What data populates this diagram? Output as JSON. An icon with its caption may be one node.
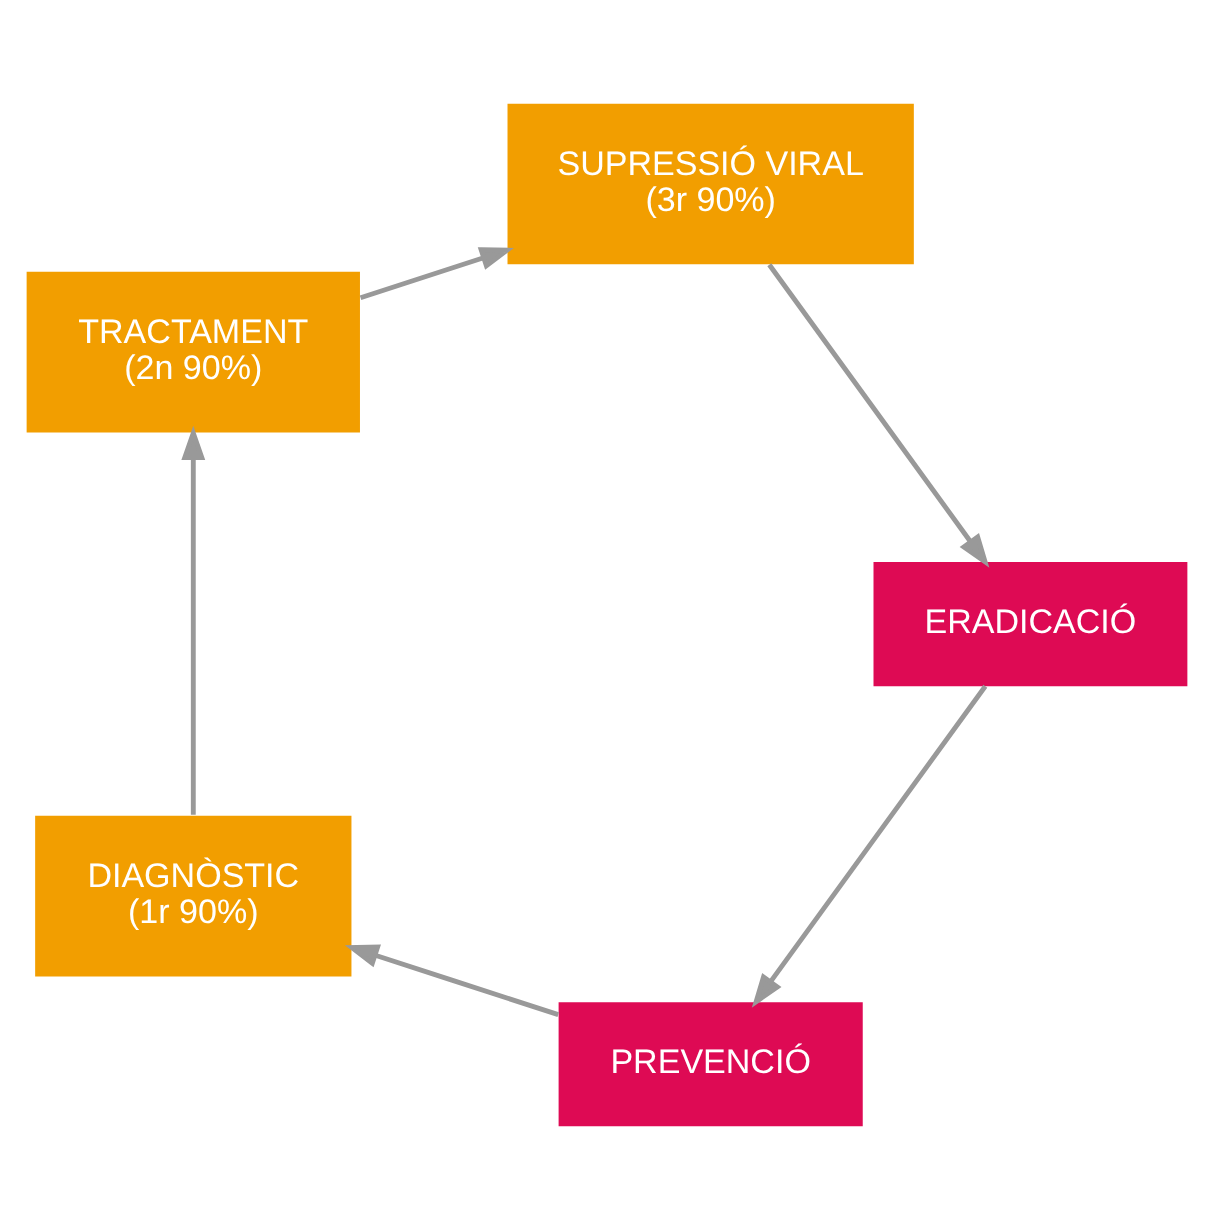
{
  "diagram": {
    "nodes": [
      {
        "text": [
          "PREVENCIÓ"
        ]
      },
      {
        "text": [
          "DIAGNÒSTIC",
          "(1r 90%)"
        ]
      },
      {
        "text": [
          "TRACTAMENT",
          "(2n 90%)"
        ]
      },
      {
        "text": [
          "SUPRESSIÓ VIRAL",
          "(3r 90%)"
        ]
      },
      {
        "text": [
          "ERADICACIÓ"
        ]
      }
    ],
    "edges": [
      {
        "from": 0,
        "to": 1,
        "arrow": "to"
      },
      {
        "from": 1,
        "to": 2,
        "arrow": "to"
      },
      {
        "from": 2,
        "to": 3,
        "arrow": "to"
      },
      {
        "from": 3,
        "to": 4,
        "arrow": "to"
      },
      {
        "from": 4,
        "to": 0,
        "arrow": "to"
      }
    ]
  }
}
